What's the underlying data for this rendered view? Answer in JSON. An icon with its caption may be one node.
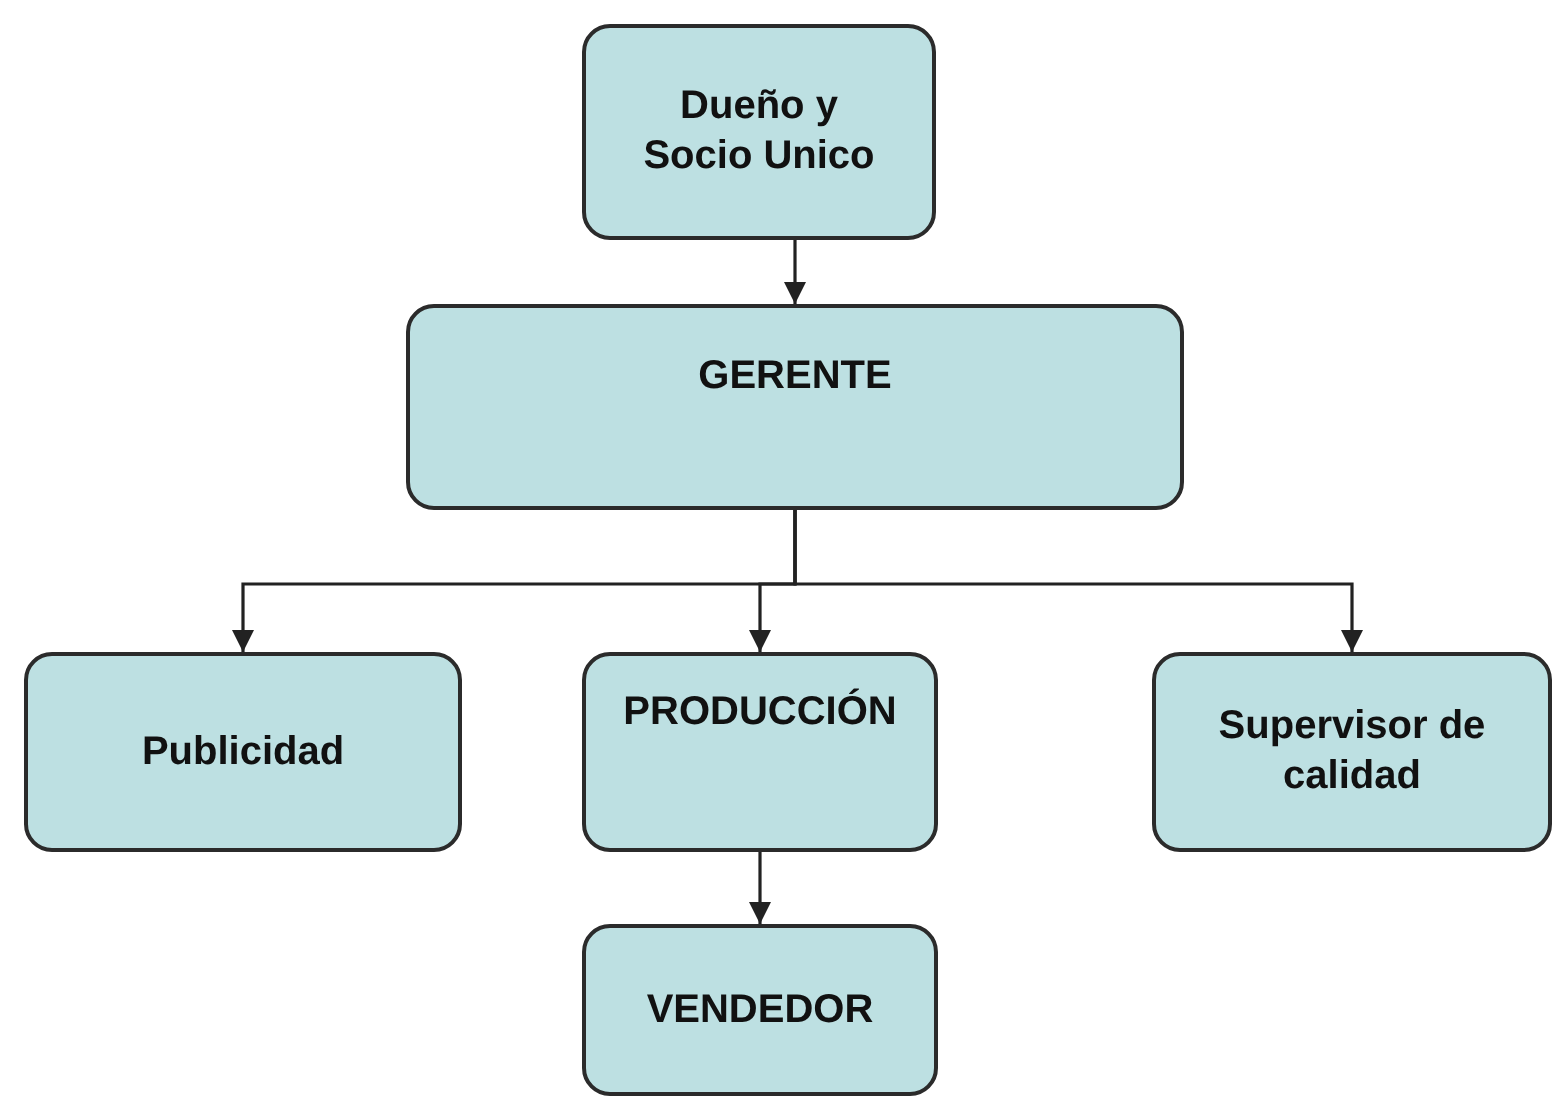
{
  "diagram": {
    "nodes": [
      {
        "text": [
          "Dueño y Socio Unico"
        ]
      },
      {
        "text": [
          "GERENTE"
        ]
      },
      {
        "text": [
          "Publicidad"
        ]
      },
      {
        "text": [
          "PRODUCCIÓN"
        ]
      },
      {
        "text": [
          "Supervisor de calidad"
        ]
      },
      {
        "text": [
          "VENDEDOR"
        ]
      }
    ],
    "edges": [
      {
        "from": 0,
        "to": 1,
        "arrow": "to"
      },
      {
        "from": 1,
        "to": 2,
        "arrow": "to"
      },
      {
        "from": 1,
        "to": 3,
        "arrow": "to"
      },
      {
        "from": 1,
        "to": 4,
        "arrow": "to"
      },
      {
        "from": 3,
        "to": 5,
        "arrow": "to"
      }
    ]
  }
}
